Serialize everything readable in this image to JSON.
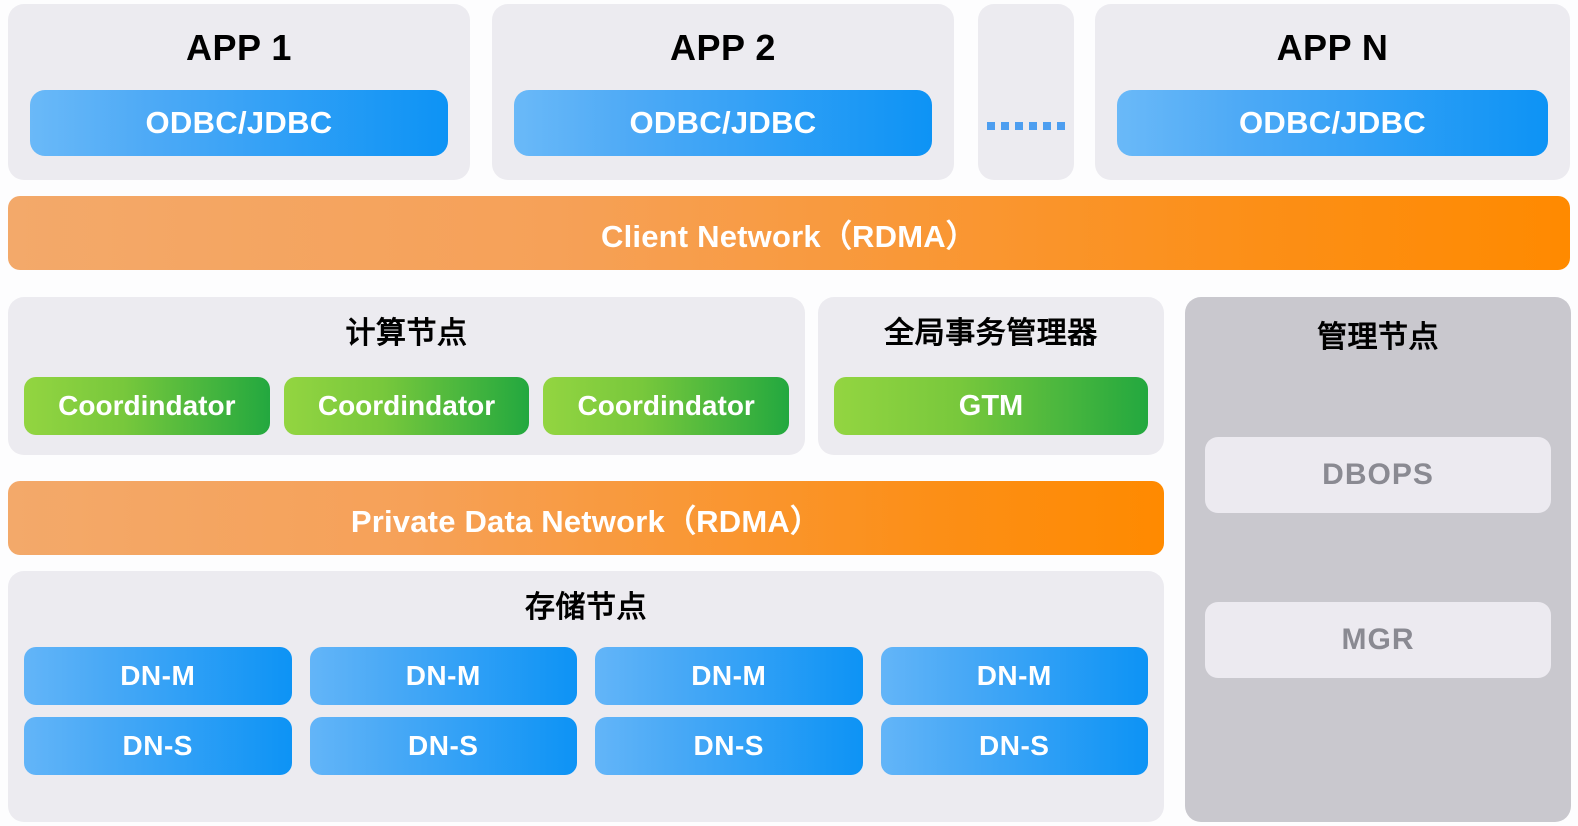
{
  "colors": {
    "page_background": "#fdfdfe",
    "panel_background": "#ecebf0",
    "management_panel_background": "#c9c8ce",
    "network_bar_gradient_start": "#f3a96a",
    "network_bar_gradient_end": "#ff8a00",
    "blue_pill_gradient_start": "#63b5f8",
    "blue_pill_gradient_end": "#0d93f5",
    "green_pill_gradient_start": "#93d541",
    "green_pill_gradient_end": "#23a83f",
    "management_pill_text": "#8a8a92",
    "ellipsis_dot": "#4d9ef0"
  },
  "app_layer": {
    "cards": [
      {
        "title": "APP 1",
        "connector_label": "ODBC/JDBC"
      },
      {
        "title": "APP 2",
        "connector_label": "ODBC/JDBC"
      },
      {
        "title": "APP N",
        "connector_label": "ODBC/JDBC"
      }
    ],
    "ellipsis": {
      "icon": "horizontal-dots-icon",
      "dot_count": 6
    }
  },
  "client_network": {
    "label": "Client Network（RDMA）"
  },
  "compute_node": {
    "title": "计算节点",
    "nodes": [
      {
        "label": "Coordindator"
      },
      {
        "label": "Coordindator"
      },
      {
        "label": "Coordindator"
      }
    ]
  },
  "gtm_node": {
    "title": "全局事务管理器",
    "nodes": [
      {
        "label": "GTM"
      }
    ]
  },
  "private_network": {
    "label": "Private Data Network（RDMA）"
  },
  "storage_node": {
    "title": "存储节点",
    "columns": [
      {
        "master": "DN-M",
        "slave": "DN-S"
      },
      {
        "master": "DN-M",
        "slave": "DN-S"
      },
      {
        "master": "DN-M",
        "slave": "DN-S"
      },
      {
        "master": "DN-M",
        "slave": "DN-S"
      }
    ]
  },
  "management_node": {
    "title": "管理节点",
    "items": [
      {
        "label": "DBOPS"
      },
      {
        "label": "MGR"
      }
    ]
  }
}
